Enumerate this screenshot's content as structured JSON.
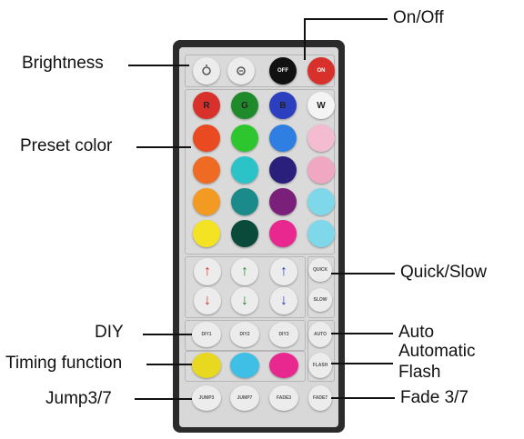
{
  "labels": {
    "on_off": "On/Off",
    "brightness": "Brightness",
    "preset_color": "Preset color",
    "quick_slow": "Quick/Slow",
    "diy": "DIY",
    "auto": "Auto",
    "automatic_line1": "Automatic",
    "automatic_line2": "Flash",
    "timing": "Timing function",
    "jump": "Jump3/7",
    "fade": "Fade 3/7"
  },
  "buttons": {
    "off": "OFF",
    "on": "ON",
    "r": "R",
    "g": "G",
    "b": "B",
    "w": "W",
    "quick": "QUICK",
    "slow": "SLOW",
    "diy1": "DIY1",
    "diy2": "DIY2",
    "diy3": "DIY3",
    "auto": "AUTO",
    "flash": "FLASH",
    "jump3": "JUMP3",
    "jump7": "JUMP7",
    "fade3": "FADE3",
    "fade7": "FADE7"
  },
  "colors": {
    "row1": [
      "#d8312b",
      "#1f8a2a",
      "#2b3fbf",
      "#f4f4f4"
    ],
    "row2": [
      "#ea4a22",
      "#2ec62e",
      "#2f7fe2",
      "#f3bcd0"
    ],
    "row3": [
      "#ef6a22",
      "#2bc3c8",
      "#2a1f7a",
      "#f0a8c2"
    ],
    "row4": [
      "#f39a22",
      "#1a8a8a",
      "#7a1f7a",
      "#7fd8ea"
    ],
    "row5": [
      "#f4e322",
      "#0a4a3a",
      "#e8278f",
      "#7fd8ea"
    ],
    "arrows_up": [
      "#d8312b",
      "#1f8a2a",
      "#2b3fbf"
    ],
    "arrows_down": [
      "#d8312b",
      "#1f8a2a",
      "#2b3fbf"
    ],
    "timing": [
      "#e8d820",
      "#3fbfe6",
      "#e8278f"
    ]
  }
}
